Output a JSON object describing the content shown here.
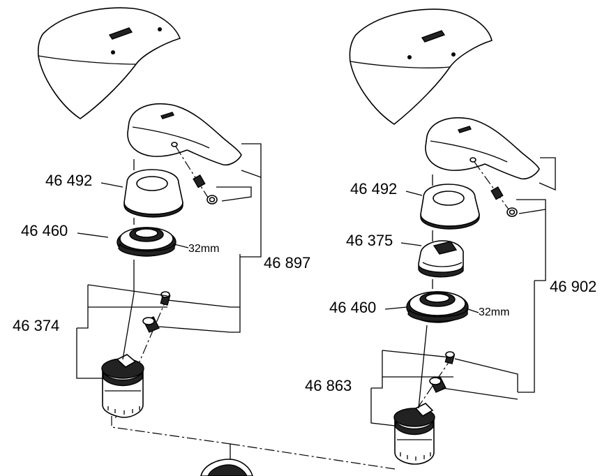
{
  "left_assembly": {
    "labels": {
      "ring": "46 492",
      "bonnet": "46 460",
      "cartridge_set": "46 374",
      "handle_set": "46 897"
    },
    "size_note": "32mm"
  },
  "right_assembly": {
    "labels": {
      "ring": "46 492",
      "adapter": "46 375",
      "bonnet": "46 460",
      "cartridge_set": "46 863",
      "handle_set": "46 902"
    },
    "size_note": "32mm"
  }
}
